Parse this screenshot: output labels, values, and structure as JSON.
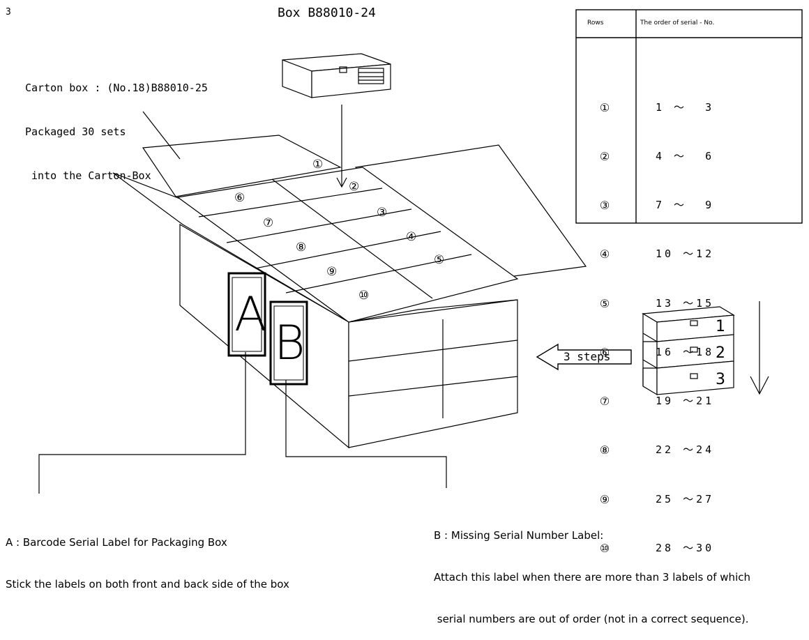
{
  "page_number": "3",
  "title": "Box B88010-24",
  "carton": {
    "line1": "Carton box : (No.18)B88010-25",
    "line2": "Packaged 30 sets",
    "line3": " into the Carton-Box"
  },
  "table": {
    "headers": [
      "Rows",
      "The order of serial - No."
    ],
    "rows": [
      {
        "row": "①",
        "range": "1 ～  3"
      },
      {
        "row": "②",
        "range": "4 ～  6"
      },
      {
        "row": "③",
        "range": "7 ～  9"
      },
      {
        "row": "④",
        "range": "10 ～12"
      },
      {
        "row": "⑤",
        "range": "13 ～15"
      },
      {
        "row": "⑥",
        "range": "16 ～18"
      },
      {
        "row": "⑦",
        "range": "19 ～21"
      },
      {
        "row": "⑧",
        "range": "22 ～24"
      },
      {
        "row": "⑨",
        "range": "25 ～27"
      },
      {
        "row": "⑩",
        "range": "28 ～30"
      }
    ]
  },
  "slots": [
    "①",
    "②",
    "③",
    "④",
    "⑤",
    "⑥",
    "⑦",
    "⑧",
    "⑨",
    "⑩"
  ],
  "labels": {
    "a": "A",
    "b": "B"
  },
  "stack": [
    "1",
    "2",
    "3"
  ],
  "steps_label": "3 steps",
  "note_a": {
    "line1": "A : Barcode Serial Label for Packaging Box",
    "line2": "Stick the labels on both front and back side of the box"
  },
  "note_b": {
    "line1": "B : Missing Serial Number Label:",
    "line2": "Attach this label when there are more than 3 labels of which",
    "line3": " serial numbers are out of order (not in a correct sequence)."
  }
}
